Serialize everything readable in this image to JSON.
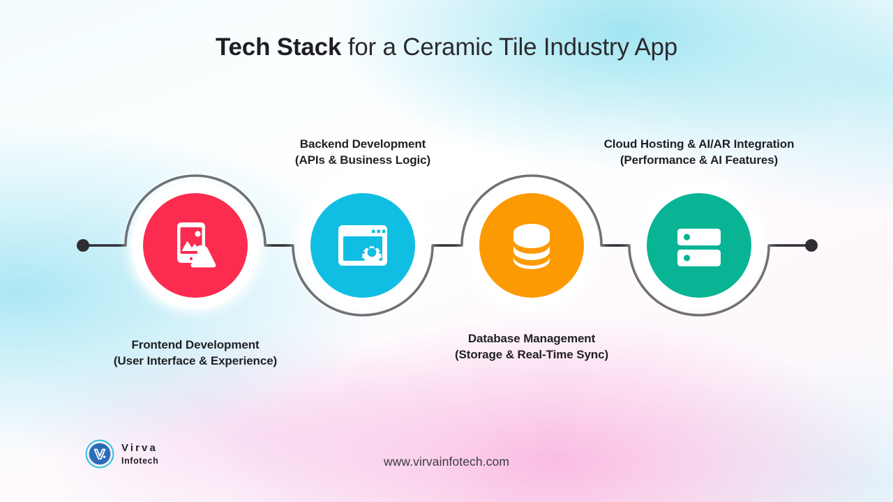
{
  "title": {
    "strong": "Tech Stack",
    "rest": " for a Ceramic Tile Industry App"
  },
  "colors": {
    "frontend": "#FB2C4F",
    "backend": "#11BEE3",
    "database": "#FC9A03",
    "cloud": "#09B495",
    "connector_line": "#2e2e33",
    "text": "#1f2023",
    "logo_ring": "#2fc6d8",
    "logo_fill": "#2b6cb8"
  },
  "steps": [
    {
      "id": "frontend",
      "icon": "tablet-image-hand-icon",
      "color": "#FB2C4F",
      "label_line1": "Frontend Development",
      "label_line2": "(User Interface & Experience)",
      "label_position": "below"
    },
    {
      "id": "backend",
      "icon": "browser-window-gear-icon",
      "color": "#11BEE3",
      "label_line1": "Backend Development",
      "label_line2": "(APIs & Business Logic)",
      "label_position": "above"
    },
    {
      "id": "database",
      "icon": "database-cylinder-icon",
      "color": "#FC9A03",
      "label_line1": "Database Management",
      "label_line2": "(Storage & Real-Time Sync)",
      "label_position": "below"
    },
    {
      "id": "cloud",
      "icon": "server-rack-icon",
      "color": "#09B495",
      "label_line1": "Cloud Hosting & AI/AR Integration",
      "label_line2": "(Performance & AI Features)",
      "label_position": "above"
    }
  ],
  "footer": {
    "logo_name": "Virva",
    "logo_sub": "Infotech",
    "url": "www.virvainfotech.com"
  }
}
